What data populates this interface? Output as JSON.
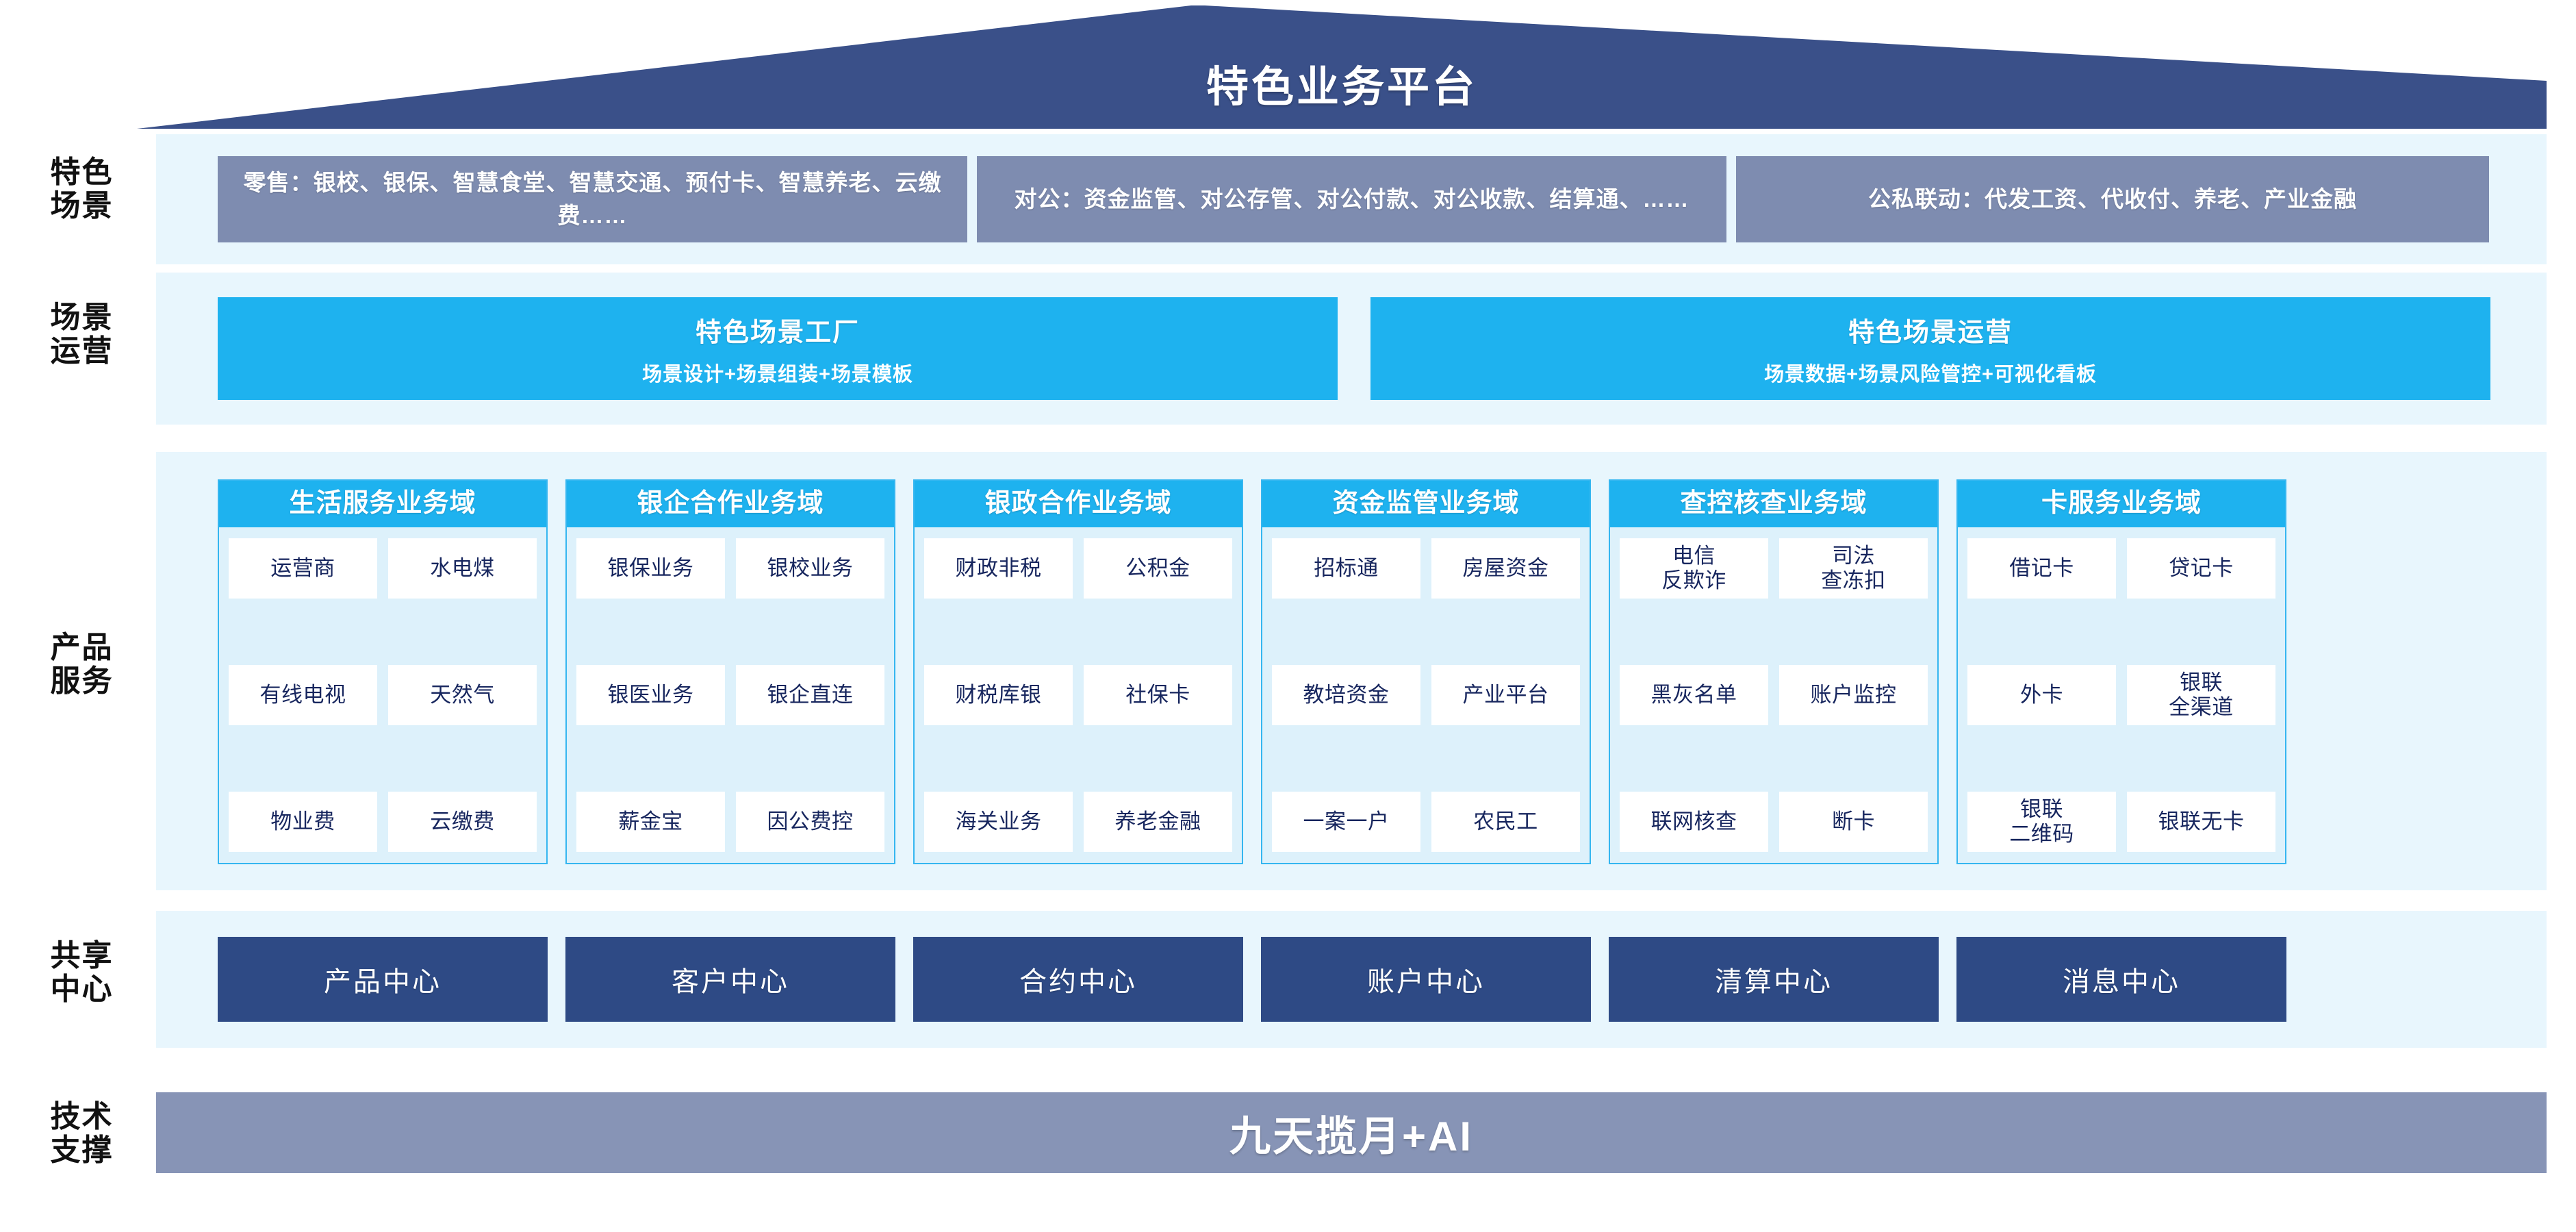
{
  "banner": {
    "title": "特色业务平台",
    "color": "#3a5089"
  },
  "row_labels": [
    {
      "key": "scenario",
      "lines": [
        "特色",
        "场景"
      ]
    },
    {
      "key": "operations",
      "lines": [
        "场景",
        "运营"
      ]
    },
    {
      "key": "products",
      "lines": [
        "产品",
        "服务"
      ]
    },
    {
      "key": "shared",
      "lines": [
        "共享",
        "中心"
      ]
    },
    {
      "key": "tech",
      "lines": [
        "技术",
        "支撑"
      ]
    }
  ],
  "scenarios": [
    {
      "text": "零售：银校、银保、智慧食堂、智慧交通、预付卡、智慧养老、云缴费……"
    },
    {
      "text": "对公：资金监管、对公存管、对公付款、对公收款、结算通、……"
    },
    {
      "text": "公私联动：代发工资、代收付、养老、产业金融"
    }
  ],
  "operations": [
    {
      "title": "特色场景工厂",
      "subtitle": "场景设计+场景组装+场景模板"
    },
    {
      "title": "特色场景运营",
      "subtitle": "场景数据+场景风险管控+可视化看板"
    }
  ],
  "domains": [
    {
      "title": "生活服务业务域",
      "rows": [
        [
          "运营商",
          "水电煤"
        ],
        [
          "有线电视",
          "天然气"
        ],
        [
          "物业费",
          "云缴费"
        ]
      ]
    },
    {
      "title": "银企合作业务域",
      "rows": [
        [
          "银保业务",
          "银校业务"
        ],
        [
          "银医业务",
          "银企直连"
        ],
        [
          "薪金宝",
          "因公费控"
        ]
      ]
    },
    {
      "title": "银政合作业务域",
      "rows": [
        [
          "财政非税",
          "公积金"
        ],
        [
          "财税库银",
          "社保卡"
        ],
        [
          "海关业务",
          "养老金融"
        ]
      ]
    },
    {
      "title": "资金监管业务域",
      "rows": [
        [
          "招标通",
          "房屋资金"
        ],
        [
          "教培资金",
          "产业平台"
        ],
        [
          "一案一户",
          "农民工"
        ]
      ]
    },
    {
      "title": "查控核查业务域",
      "rows": [
        [
          "电信\n反欺诈",
          "司法\n查冻扣"
        ],
        [
          "黑灰名单",
          "账户监控"
        ],
        [
          "联网核查",
          "断卡"
        ]
      ]
    },
    {
      "title": "卡服务业务域",
      "rows": [
        [
          "借记卡",
          "贷记卡"
        ],
        [
          "外卡",
          "银联\n全渠道"
        ],
        [
          "银联\n二维码",
          "银联无卡"
        ]
      ]
    }
  ],
  "shared_centers": [
    {
      "label": "产品中心"
    },
    {
      "label": "客户中心"
    },
    {
      "label": "合约中心"
    },
    {
      "label": "账户中心"
    },
    {
      "label": "清算中心"
    },
    {
      "label": "消息中心"
    }
  ],
  "tech_support": {
    "label": "九天揽月+AI"
  },
  "colors": {
    "banner_navy": "#3a5089",
    "scenario_slate": "#7e8cb0",
    "cyan": "#1eb2ef",
    "band_pale": "#e8f6fd",
    "center_navy": "#2e4a85",
    "tech_slate": "#8794b6",
    "cell_text": "#17265e"
  }
}
